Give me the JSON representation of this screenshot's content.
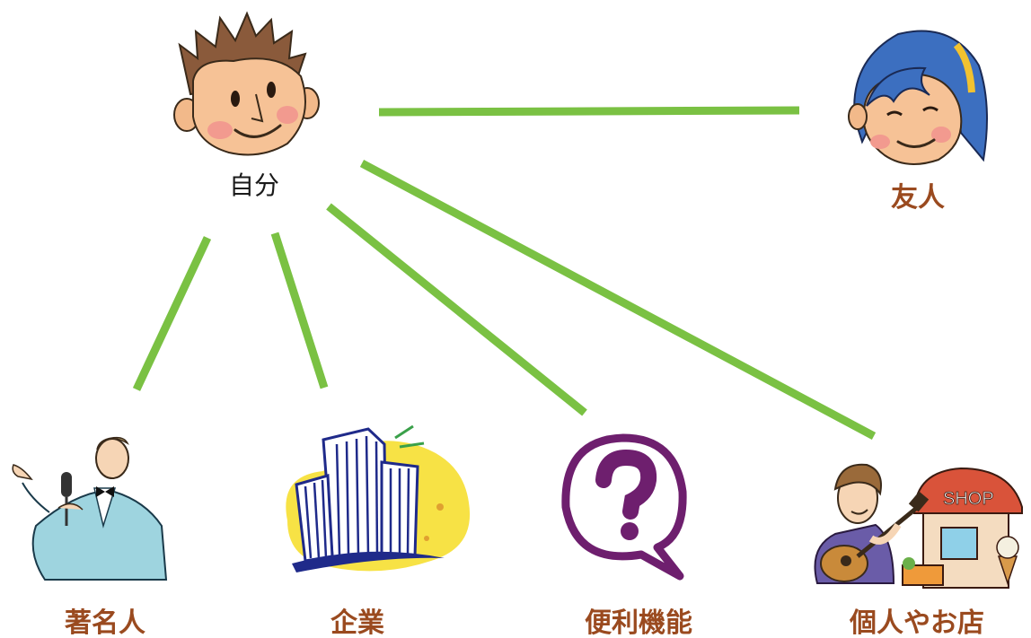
{
  "colors": {
    "connector": "#7ac143",
    "label_self": "#1a1a1a",
    "label_other": "#9a4a1f"
  },
  "nodes": {
    "self": {
      "label": "自分",
      "icon": "boy-face-icon"
    },
    "friend": {
      "label": "友人",
      "icon": "girl-face-icon"
    },
    "celebrity": {
      "label": "著名人",
      "icon": "singer-with-microphone-icon"
    },
    "company": {
      "label": "企業",
      "icon": "office-buildings-icon"
    },
    "features": {
      "label": "便利機能",
      "icon": "question-speech-bubble-icon"
    },
    "shop": {
      "label": "個人やお店",
      "icon": "guitarist-and-shop-icon",
      "sign_text": "SHOP"
    }
  },
  "connections": [
    {
      "from": "自分",
      "to": "友人"
    },
    {
      "from": "自分",
      "to": "著名人"
    },
    {
      "from": "自分",
      "to": "企業"
    },
    {
      "from": "自分",
      "to": "便利機能"
    },
    {
      "from": "自分",
      "to": "個人やお店"
    }
  ]
}
